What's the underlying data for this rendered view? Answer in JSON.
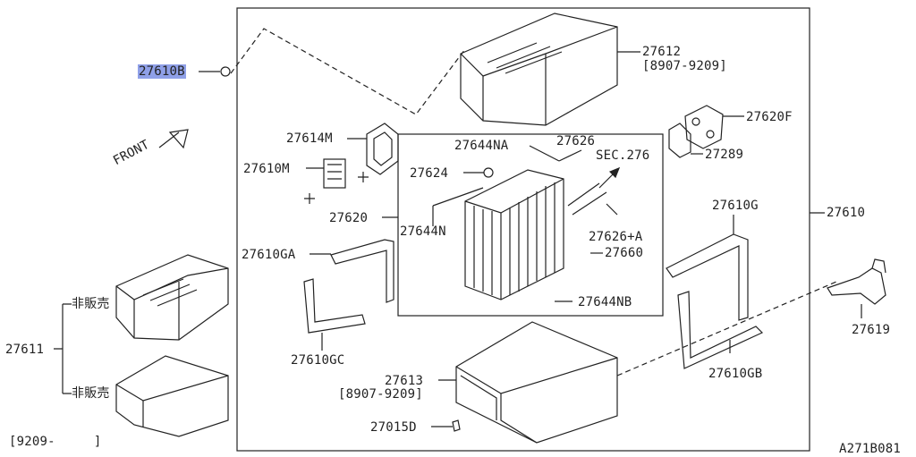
{
  "labels": {
    "p27610B": "27610B",
    "p27612": "27612",
    "p27612_date": "[8907-9209]",
    "p27614M": "27614M",
    "p27610M": "27610M",
    "p27644NA": "27644NA",
    "p27626": "27626",
    "p27624": "27624",
    "sec276": "SEC.276",
    "p27620F": "27620F",
    "p27289": "27289",
    "p27620": "27620",
    "p27644N": "27644N",
    "p27626A": "27626+A",
    "p27660": "27660",
    "p27610GA": "27610GA",
    "p27644NB": "27644NB",
    "p27610G": "27610G",
    "p27610": "27610",
    "p27619": "27619",
    "p27610GC": "27610GC",
    "p27613": "27613",
    "p27613_date": "[8907-9209]",
    "p27610GB": "27610GB",
    "p27015D": "27015D",
    "p27611": "27611",
    "notsale1": "非販売",
    "notsale2": "非販売",
    "front": "FRONT",
    "range": "[9209-     ]",
    "code": "A271B081"
  },
  "colors": {
    "highlight": "#8fa0e8",
    "line": "#222222"
  }
}
